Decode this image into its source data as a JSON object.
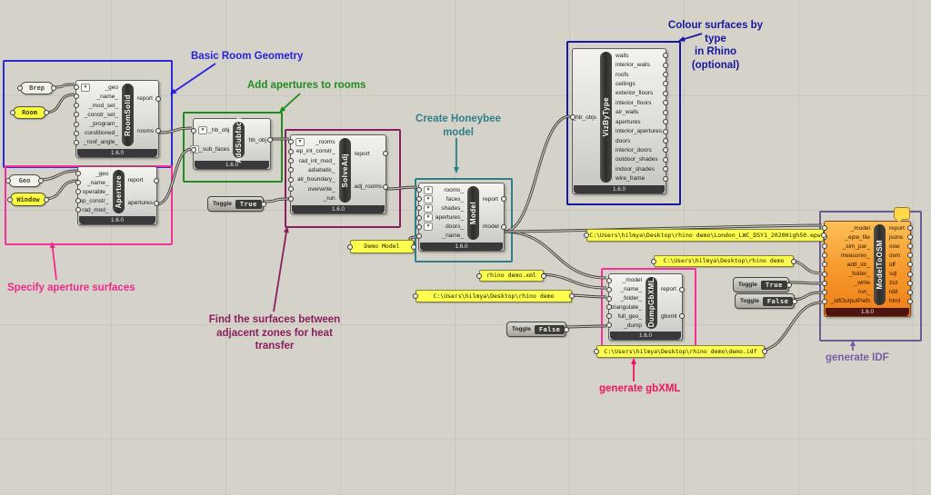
{
  "app": {
    "name": "Grasshopper canvas"
  },
  "colors": {
    "canvas": "#d5d2c9",
    "wire": "#403e3a",
    "panel_yellow": "#fdfd4e",
    "component_gray": "#dddcd8",
    "component_orange": "#f79a2d"
  },
  "components": [
    {
      "id": "roomsolid",
      "title": "RoomSolid",
      "version": "1.6.0",
      "inputs": [
        {
          "label": "_geo",
          "icon": true
        },
        {
          "label": "_name_"
        },
        {
          "label": "_mod_set_"
        },
        {
          "label": "_constr_set_"
        },
        {
          "label": "_program_"
        },
        {
          "label": "conditioned_"
        },
        {
          "label": "_roof_angle_"
        }
      ],
      "outputs": [
        "report",
        "rooms"
      ]
    },
    {
      "id": "aperture",
      "title": "Aperture",
      "version": "1.6.0",
      "inputs": [
        {
          "label": "_geo"
        },
        {
          "label": "_name_"
        },
        {
          "label": "operable_"
        },
        {
          "label": "ep_constr_"
        },
        {
          "label": "rad_mod_"
        }
      ],
      "outputs": [
        "report",
        "apertures"
      ]
    },
    {
      "id": "addsubface",
      "title": "AddSubface",
      "version": "1.6.0",
      "inputs": [
        {
          "label": "_hb_obj",
          "icon": true
        },
        {
          "label": "_sub_faces",
          "icon": true
        }
      ],
      "outputs": [
        "hb_obj"
      ]
    },
    {
      "id": "solveadj",
      "title": "SolveAdj",
      "version": "1.6.0",
      "inputs": [
        {
          "label": "_rooms",
          "icon": true
        },
        {
          "label": "ep_int_constr_"
        },
        {
          "label": "rad_int_mod_"
        },
        {
          "label": "adiabatic_"
        },
        {
          "label": "air_boundary_"
        },
        {
          "label": "overwrite_"
        },
        {
          "label": "_run"
        }
      ],
      "outputs": [
        "report",
        "adj_rooms"
      ]
    },
    {
      "id": "model",
      "title": "Model",
      "version": "1.6.0",
      "inputs": [
        {
          "label": "rooms_",
          "icon": true
        },
        {
          "label": "faces_",
          "icon": true
        },
        {
          "label": "shades_",
          "icon": true
        },
        {
          "label": "apertures_",
          "icon": true
        },
        {
          "label": "doors_",
          "icon": true
        },
        {
          "label": "_name_"
        }
      ],
      "outputs": [
        "report",
        "model"
      ]
    },
    {
      "id": "vizbytype",
      "title": "VizByType",
      "version": "1.6.0",
      "inputs": [
        {
          "label": "_hb_objs"
        }
      ],
      "outputs": [
        "walls",
        "interior_walls",
        "roofs",
        "ceilings",
        "exterior_floors",
        "interior_floors",
        "air_walls",
        "apertures",
        "interior_apertures",
        "doors",
        "interior_doors",
        "outdoor_shades",
        "indoor_shades",
        "wire_frame"
      ]
    },
    {
      "id": "dumpgbxml",
      "title": "DumpGbXML",
      "version": "1.6.0",
      "inputs": [
        {
          "label": "_model"
        },
        {
          "label": "_name_"
        },
        {
          "label": "_folder_"
        },
        {
          "label": "triangulate_"
        },
        {
          "label": "full_geo_"
        },
        {
          "label": "_dump"
        }
      ],
      "outputs": [
        "report",
        "gbxml"
      ]
    },
    {
      "id": "modeltoosm",
      "title": "ModelToOSM",
      "version": "1.6.0",
      "theme": "orange",
      "inputs": [
        {
          "label": "_model"
        },
        {
          "label": "_epw_file"
        },
        {
          "label": "_sim_par_"
        },
        {
          "label": "measures_"
        },
        {
          "label": "add_str_"
        },
        {
          "label": "_folder_"
        },
        {
          "label": "_write"
        },
        {
          "label": "run_"
        },
        {
          "label": "_idfOutputPath"
        }
      ],
      "outputs": [
        "report",
        "jsons",
        "osw",
        "osm",
        "idf",
        "sql",
        "zsz",
        "rdd",
        "html"
      ]
    }
  ],
  "params": {
    "brep": {
      "label": "Brep",
      "style": "white"
    },
    "room": {
      "label": "Room",
      "style": "yellow"
    },
    "geo": {
      "label": "Geo",
      "style": "white"
    },
    "window": {
      "label": "Window",
      "style": "yellow"
    }
  },
  "panels": {
    "demo_model": {
      "text": "Demo Model"
    },
    "xml_name": {
      "text": "rhino demo.xml"
    },
    "gb_folder": {
      "text": "C:\\Users\\hilmya\\Desktop\\rhino demo"
    },
    "epw_path": {
      "text": "C:\\Users\\hilmya\\Desktop\\rhino demo\\London_LWC_DSY1_2020High50.epw"
    },
    "osm_folder": {
      "text": "C:\\Users\\hilmya\\Desktop\\rhino demo"
    },
    "idf_path": {
      "text": "C:\\Users\\hilmya\\Desktop\\rhino demo\\demo.idf"
    }
  },
  "toggles": {
    "solveadj_run": {
      "label": "Toggle",
      "value": "True"
    },
    "gb_dump": {
      "label": "Toggle",
      "value": "False"
    },
    "osm_write": {
      "label": "Toggle",
      "value": "True"
    },
    "osm_run": {
      "label": "Toggle",
      "value": "False"
    }
  },
  "groups": [
    {
      "id": "basic-room-geometry",
      "color": "#2a2ad2"
    },
    {
      "id": "aperture-surfaces",
      "color": "#f5309b"
    },
    {
      "id": "add-apertures",
      "color": "#1e8c1e"
    },
    {
      "id": "solve-adjacency",
      "color": "#8a1f5e"
    },
    {
      "id": "honeybee-model",
      "color": "#2e7f8a"
    },
    {
      "id": "viz-by-type",
      "color": "#16169e"
    },
    {
      "id": "dump-gbxml",
      "color": "#f5309b"
    },
    {
      "id": "model-to-osm",
      "color": "#6b5b95"
    }
  ],
  "annotations": [
    {
      "id": "basic-room",
      "color": "#2323dd",
      "lines": [
        "Basic Room Geometry"
      ]
    },
    {
      "id": "add-apertures",
      "color": "#1e8c1e",
      "lines": [
        "Add apertures to rooms"
      ]
    },
    {
      "id": "create-hb",
      "color": "#2e7f8a",
      "lines": [
        "Create Honeybee",
        "model"
      ]
    },
    {
      "id": "colour-surfaces",
      "color": "#16169e",
      "lines": [
        "Colour surfaces by type",
        "in Rhino",
        "(optional)"
      ]
    },
    {
      "id": "specify",
      "color": "#f0298c",
      "lines": [
        "Specify aperture surfaces"
      ]
    },
    {
      "id": "find-surfaces",
      "color": "#8a1f5e",
      "lines": [
        "Find the surfaces between",
        "adjacent zones for heat transfer"
      ]
    },
    {
      "id": "gen-gbxml",
      "color": "#ed1460",
      "lines": [
        "generate gbXML"
      ]
    },
    {
      "id": "gen-idf",
      "color": "#7a5ba6",
      "lines": [
        "generate IDF"
      ]
    }
  ]
}
